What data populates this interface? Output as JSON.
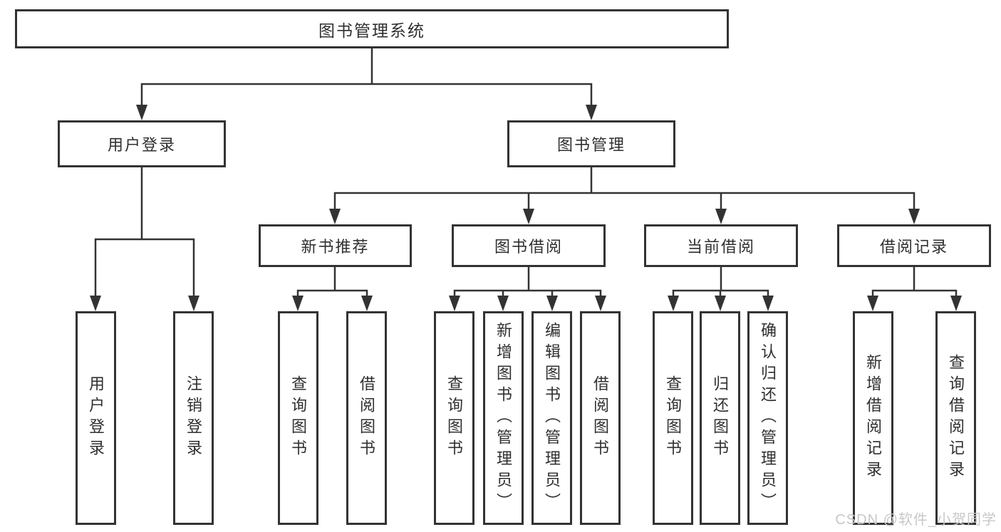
{
  "colors": {
    "line": "#333333",
    "box_border": "#333333",
    "text": "#2f2f2f",
    "watermark": "#c8c8c8",
    "background": "#ffffff"
  },
  "watermark": {
    "text": "CSDN @软件_小贺同学"
  },
  "tree": {
    "root": {
      "label": "图书管理系统"
    },
    "branches": [
      {
        "label": "用户登录",
        "children": [
          {
            "label": "用户登录"
          },
          {
            "label": "注销登录"
          }
        ]
      },
      {
        "label": "图书管理",
        "children": [
          {
            "label": "新书推荐",
            "children": [
              {
                "label": "查询图书"
              },
              {
                "label": "借阅图书"
              }
            ]
          },
          {
            "label": "图书借阅",
            "children": [
              {
                "label": "查询图书"
              },
              {
                "label": "新增图书（管理员）"
              },
              {
                "label": "编辑图书（管理员）"
              },
              {
                "label": "借阅图书"
              }
            ]
          },
          {
            "label": "当前借阅",
            "children": [
              {
                "label": "查询图书"
              },
              {
                "label": "归还图书"
              },
              {
                "label": "确认归还（管理员）"
              }
            ]
          },
          {
            "label": "借阅记录",
            "children": [
              {
                "label": "新增借阅记录"
              },
              {
                "label": "查询借阅记录"
              }
            ]
          }
        ]
      }
    ]
  }
}
